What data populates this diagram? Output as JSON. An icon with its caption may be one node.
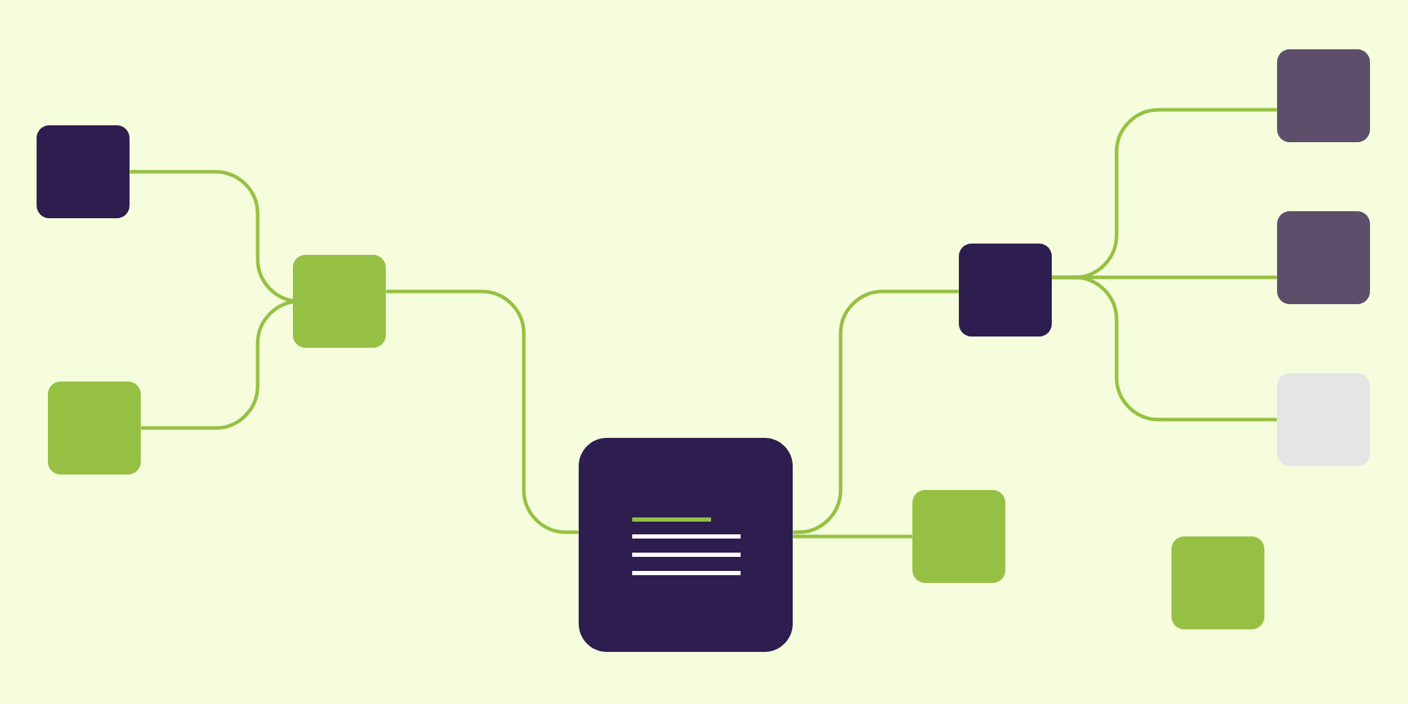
{
  "diagram": {
    "nodes": [
      {
        "text": [],
        "shape": "box"
      },
      {
        "text": [],
        "shape": "box"
      },
      {
        "text": [],
        "shape": "box"
      },
      {
        "text": [],
        "shape": "box"
      },
      {
        "text": [],
        "shape": "box"
      },
      {
        "text": [],
        "shape": "box"
      },
      {
        "text": [],
        "shape": "box"
      },
      {
        "text": [],
        "shape": "box"
      },
      {
        "text": [],
        "shape": "box"
      },
      {
        "text": [],
        "shape": "box"
      }
    ],
    "edges": [
      {
        "from": 0,
        "to": 2,
        "arrow": "none"
      },
      {
        "from": 1,
        "to": 2,
        "arrow": "none"
      },
      {
        "from": 2,
        "to": 3,
        "arrow": "none"
      },
      {
        "from": 3,
        "to": 5,
        "arrow": "none"
      },
      {
        "from": 3,
        "to": 4,
        "arrow": "none"
      },
      {
        "from": 5,
        "to": 7,
        "arrow": "none"
      },
      {
        "from": 5,
        "to": 8,
        "arrow": "none"
      },
      {
        "from": 5,
        "to": 9,
        "arrow": "none"
      }
    ]
  }
}
